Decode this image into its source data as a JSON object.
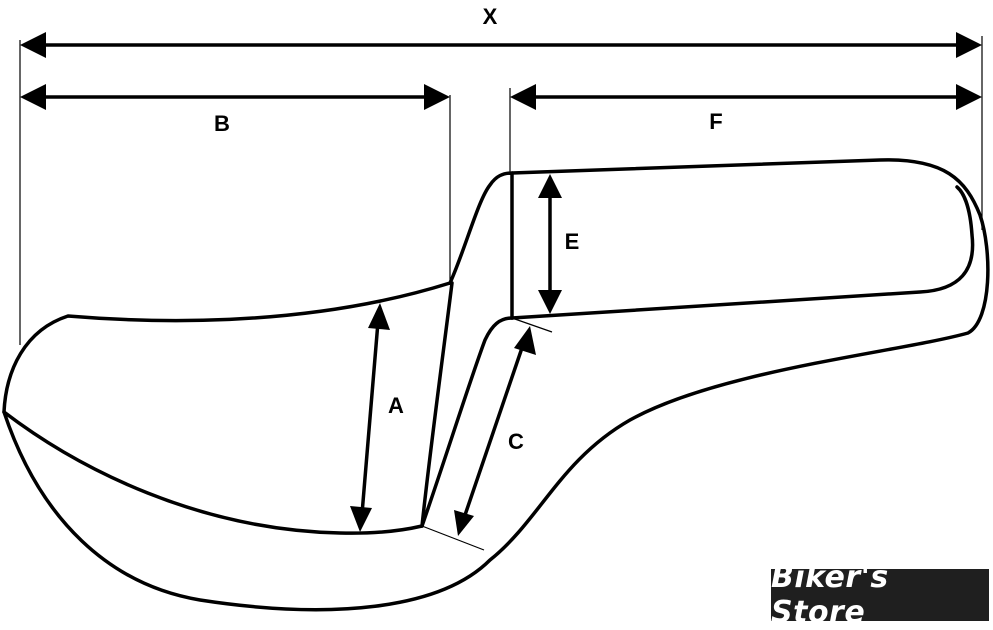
{
  "labels": {
    "x": "X",
    "b": "B",
    "f": "F",
    "e": "E",
    "a": "A",
    "c": "C"
  },
  "brand": {
    "text": "Biker's Store"
  },
  "colors": {
    "line": "#000000",
    "background": "#ffffff",
    "brand_bg": "#1f1f1f",
    "brand_text": "#ffffff"
  }
}
